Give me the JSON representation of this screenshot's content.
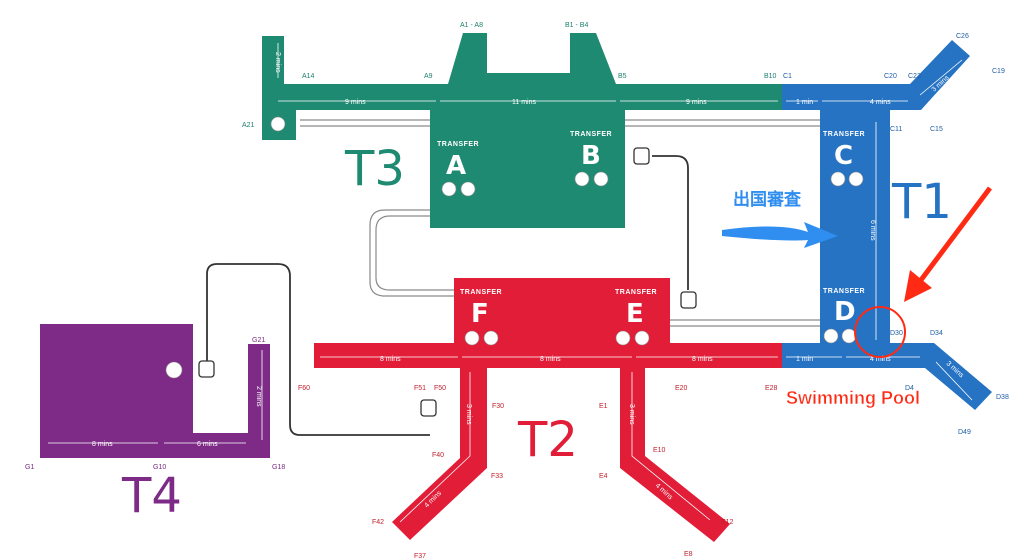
{
  "colors": {
    "t1": "#2673c4",
    "t2": "#e21d38",
    "t3": "#1f8a72",
    "t4": "#7d2b86",
    "arrow": "#2f8ef0",
    "pointer": "#ff2a14"
  },
  "terminals": {
    "t1": "T1",
    "t2": "T2",
    "t3": "T3",
    "t4": "T4"
  },
  "transfer_label": "TRANSFER",
  "areas": {
    "a": "A",
    "b": "B",
    "c": "C",
    "d": "D",
    "e": "E",
    "f": "F"
  },
  "annotations": {
    "immigration": "出国審査",
    "swimming_pool": "Swimming Pool"
  },
  "gates": {
    "a_range": "A1 - A8",
    "b_range": "B1 - B4",
    "a14": "A14",
    "a9": "A9",
    "a21": "A21",
    "b5": "B5",
    "b10": "B10",
    "c1": "C1",
    "c20": "C20",
    "c23": "C23",
    "c26": "C26",
    "c19": "C19",
    "c11": "C11",
    "c15": "C15",
    "d30": "D30",
    "d34": "D34",
    "d38": "D38",
    "d49": "D49",
    "d_partial": "D4",
    "e28": "E28",
    "e20": "E20",
    "e1": "E1",
    "e10": "E10",
    "e4": "E4",
    "e12": "E12",
    "e8": "E8",
    "f60": "F60",
    "f51": "F51",
    "f50": "F50",
    "f30": "F30",
    "f40": "F40",
    "f33": "F33",
    "f42": "F42",
    "f37": "F37",
    "g21": "G21",
    "g1": "G1",
    "g10": "G10",
    "g18": "G18"
  },
  "times": {
    "t3_a_vertical": "2 mins",
    "t3_9a": "9 mins",
    "t3_11": "11 mins",
    "t3_9b": "9 mins",
    "t1_1": "1 min",
    "t1_4": "4 mins",
    "t1_c_diag": "3 mins",
    "t1_6": "6 mins",
    "t1_1_bottom": "1 min",
    "t1_4_bottom": "4 mins",
    "t1_d_diag": "3 mins",
    "t2_8a": "8 mins",
    "t2_8b": "8 mins",
    "t2_8c": "8 mins",
    "t2_3_left": "3 mins",
    "t2_3_right": "3 mins",
    "t2_4_left": "4 mins",
    "t2_4_right": "4 mins",
    "t4_8": "8 mins",
    "t4_6": "6 mins",
    "t4_2": "2 mins"
  }
}
